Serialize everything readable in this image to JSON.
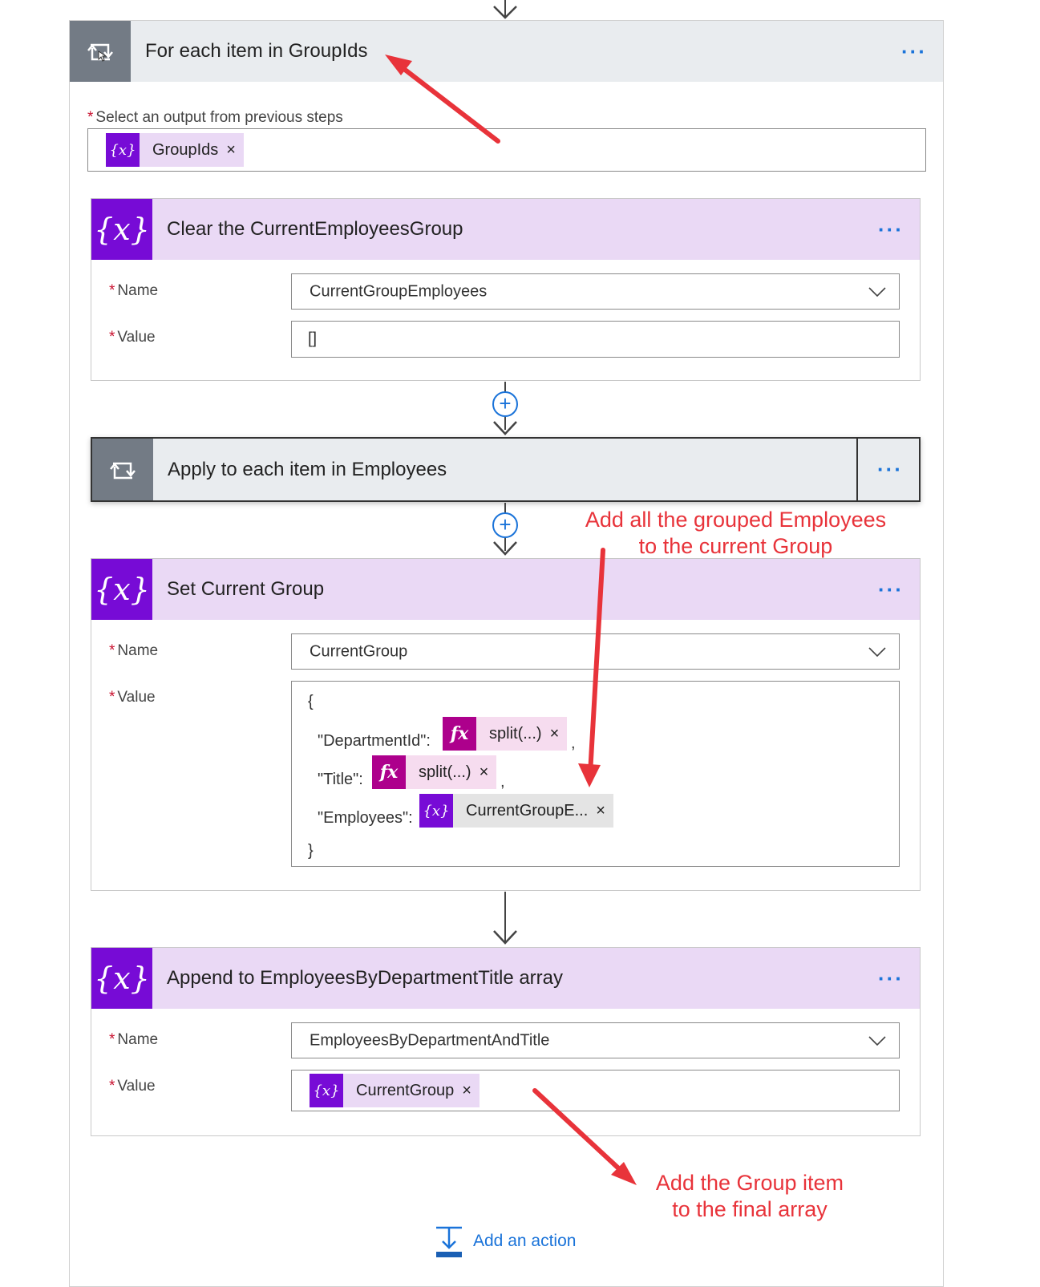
{
  "outer_loop": {
    "title": "For each item in GroupIds",
    "select_label": "Select an output from previous steps",
    "token_label": "GroupIds",
    "menu": "···"
  },
  "clear_card": {
    "title": "Clear the CurrentEmployeesGroup",
    "name_label": "Name",
    "name_value": "CurrentGroupEmployees",
    "value_label": "Value",
    "value_value": "[]",
    "menu": "···"
  },
  "apply_loop": {
    "title": "Apply to each item in Employees",
    "menu": "···"
  },
  "set_card": {
    "title": "Set Current Group",
    "name_label": "Name",
    "name_value": "CurrentGroup",
    "value_label": "Value",
    "open_brace": "{",
    "close_brace": "}",
    "line1_key": "\"DepartmentId\":",
    "line1_token": "split(...)",
    "line2_key": "\"Title\":",
    "line2_token": "split(...)",
    "line3_key": "\"Employees\":",
    "line3_token": "CurrentGroupE...",
    "comma": ",",
    "menu": "···"
  },
  "append_card": {
    "title": "Append to EmployeesByDepartmentTitle array",
    "name_label": "Name",
    "name_value": "EmployeesByDepartmentAndTitle",
    "value_label": "Value",
    "value_token": "CurrentGroup",
    "menu": "···"
  },
  "annotations": {
    "grouped_line1": "Add all the grouped Employees",
    "grouped_line2": "to the current Group",
    "final_line1": "Add the Group item",
    "final_line2": "to the final array"
  },
  "add_action": "Add an action",
  "required_mark": "*",
  "var_icon_text": "{x}",
  "fx_icon_text": "fx",
  "close_mark": "×",
  "colors": {
    "variable_purple": "#770bd6",
    "variable_header_bg": "#ead9f5",
    "variable_token_bg": "#ead9f5",
    "fx_magenta": "#ad008c",
    "fx_token_bg": "#f6dcef",
    "loop_gray": "#737b85",
    "loop_header_bg": "#e9ecef",
    "link_blue": "#1a73d9",
    "annotation_red": "#e8333a"
  }
}
